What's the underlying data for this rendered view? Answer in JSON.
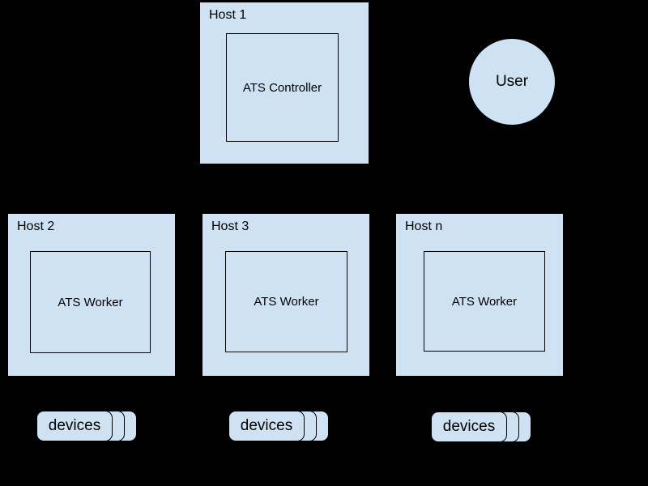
{
  "colors": {
    "background": "#000000",
    "shape_fill": "#cfe2f3",
    "shape_border": "#000000",
    "text": "#000000"
  },
  "hosts": [
    {
      "label": "Host 1",
      "component": "ATS Controller"
    },
    {
      "label": "Host 2",
      "component": "ATS Worker"
    },
    {
      "label": "Host 3",
      "component": "ATS Worker"
    },
    {
      "label": "Host n",
      "component": "ATS Worker"
    }
  ],
  "user": {
    "label": "User"
  },
  "device_stacks": [
    {
      "label": "devices"
    },
    {
      "label": "devices"
    },
    {
      "label": "devices"
    }
  ]
}
